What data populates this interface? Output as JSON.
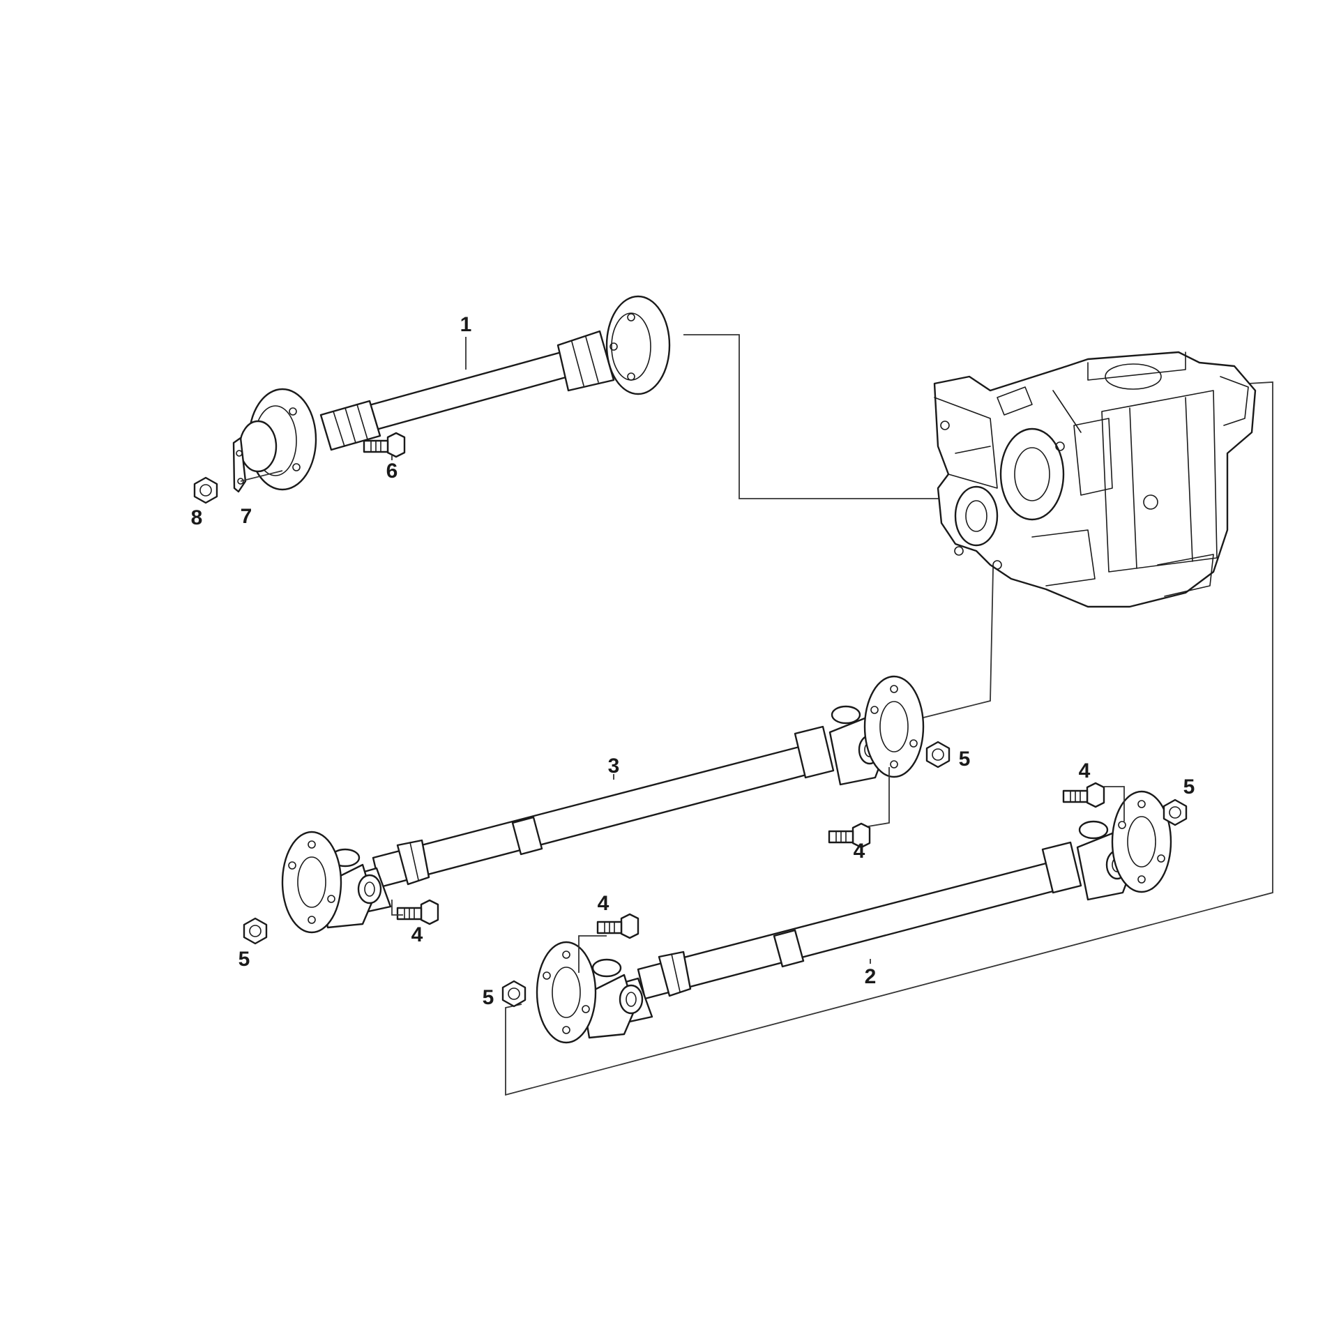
{
  "labels": {
    "p1": "1",
    "p2": "2",
    "p3": "3",
    "p4a": "4",
    "p4b": "4",
    "p4c": "4",
    "p4d": "4",
    "p5a": "5",
    "p5b": "5",
    "p5c": "5",
    "p5d": "5",
    "p6": "6",
    "p7": "7",
    "p8": "8"
  },
  "colors": {
    "ink": "#1a1a1a",
    "background": "#ffffff"
  }
}
